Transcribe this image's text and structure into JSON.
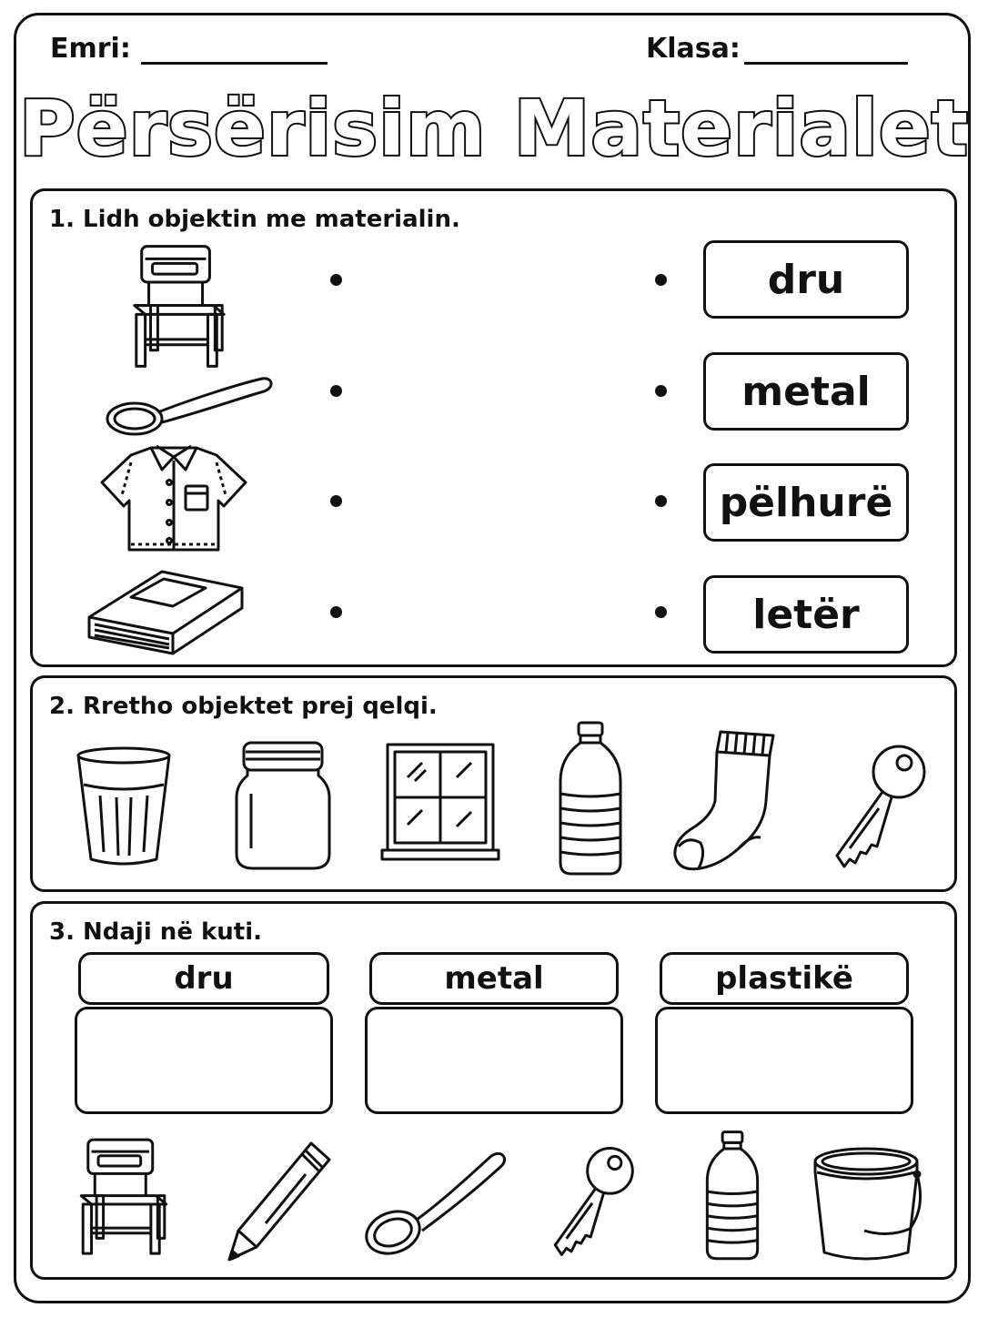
{
  "header": {
    "name_label": "Emri:",
    "class_label": "Klasa:"
  },
  "title": "Përsërisim Materialet",
  "section1": {
    "question": "1. Lidh objektin me materialin.",
    "objects": [
      "chair-icon",
      "spoon-icon",
      "shirt-icon",
      "book-icon"
    ],
    "materials": [
      "dru",
      "metal",
      "pëlhurë",
      "letër"
    ]
  },
  "section2": {
    "question": "2. Rretho objektet prej qelqi.",
    "objects": [
      "glass-icon",
      "jar-icon",
      "window-icon",
      "bottle-icon",
      "sock-icon",
      "key-icon"
    ]
  },
  "section3": {
    "question": "3. Ndaji në kuti.",
    "categories": [
      "dru",
      "metal",
      "plastikë"
    ],
    "objects": [
      "chair-icon",
      "pencil-icon",
      "spoon-icon",
      "key-icon",
      "bottle-icon",
      "bucket-icon"
    ]
  }
}
